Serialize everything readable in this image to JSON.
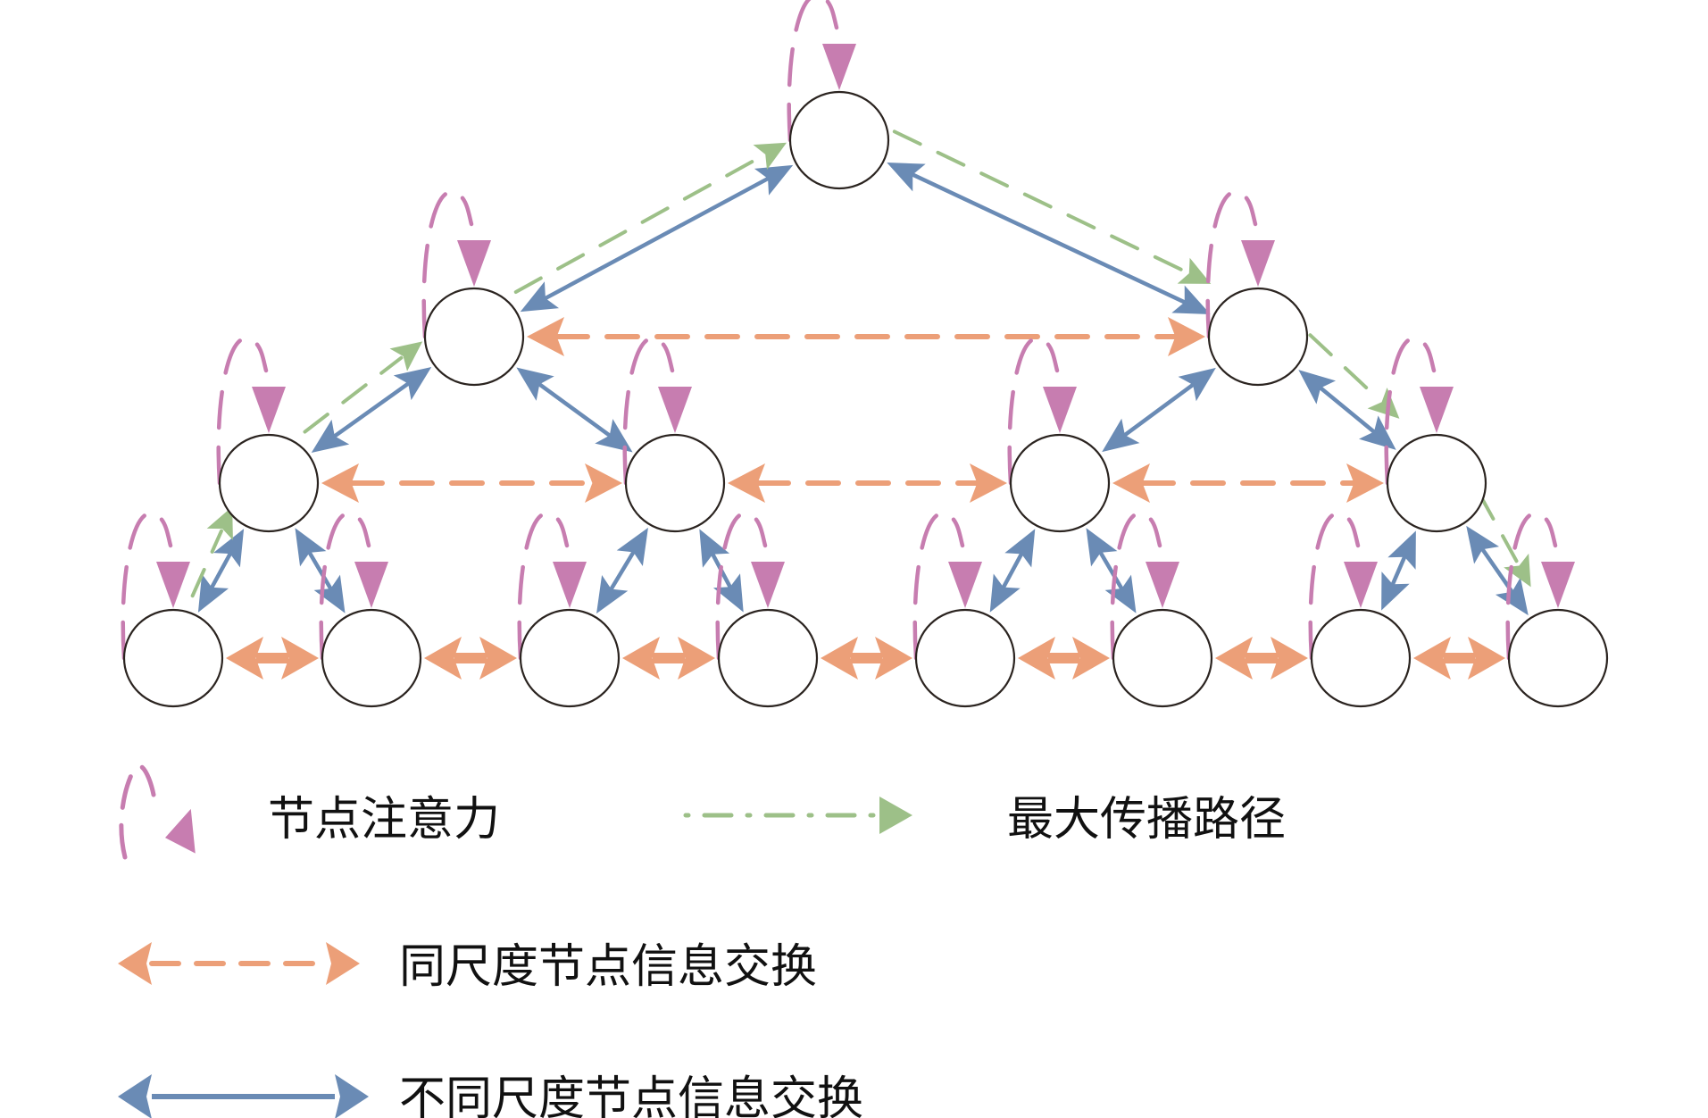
{
  "diagram": {
    "title": "",
    "colors": {
      "attention": "#c77db0",
      "max_path": "#9dc088",
      "same_scale": "#ec9f78",
      "cross_scale": "#6a8bb5",
      "node_stroke": "#2b2420"
    },
    "nodes": [
      {
        "id": "root",
        "level": 0
      },
      {
        "id": "l1-0",
        "level": 1
      },
      {
        "id": "l1-1",
        "level": 1
      },
      {
        "id": "l2-0",
        "level": 2
      },
      {
        "id": "l2-1",
        "level": 2
      },
      {
        "id": "l2-2",
        "level": 2
      },
      {
        "id": "l2-3",
        "level": 2
      },
      {
        "id": "l3-0",
        "level": 3
      },
      {
        "id": "l3-1",
        "level": 3
      },
      {
        "id": "l3-2",
        "level": 3
      },
      {
        "id": "l3-3",
        "level": 3
      },
      {
        "id": "l3-4",
        "level": 3
      },
      {
        "id": "l3-5",
        "level": 3
      },
      {
        "id": "l3-6",
        "level": 3
      },
      {
        "id": "l3-7",
        "level": 3
      }
    ],
    "cross_scale_edges": [
      [
        "root",
        "l1-0"
      ],
      [
        "root",
        "l1-1"
      ],
      [
        "l1-0",
        "l2-0"
      ],
      [
        "l1-0",
        "l2-1"
      ],
      [
        "l1-1",
        "l2-2"
      ],
      [
        "l1-1",
        "l2-3"
      ],
      [
        "l2-0",
        "l3-0"
      ],
      [
        "l2-0",
        "l3-1"
      ],
      [
        "l2-1",
        "l3-2"
      ],
      [
        "l2-1",
        "l3-3"
      ],
      [
        "l2-2",
        "l3-4"
      ],
      [
        "l2-2",
        "l3-5"
      ],
      [
        "l2-3",
        "l3-6"
      ],
      [
        "l2-3",
        "l3-7"
      ]
    ],
    "same_scale_edges": [
      [
        "l1-0",
        "l1-1"
      ],
      [
        "l2-0",
        "l2-1"
      ],
      [
        "l2-1",
        "l2-2"
      ],
      [
        "l2-2",
        "l2-3"
      ],
      [
        "l3-0",
        "l3-1"
      ],
      [
        "l3-1",
        "l3-2"
      ],
      [
        "l3-2",
        "l3-3"
      ],
      [
        "l3-3",
        "l3-4"
      ],
      [
        "l3-4",
        "l3-5"
      ],
      [
        "l3-5",
        "l3-6"
      ],
      [
        "l3-6",
        "l3-7"
      ]
    ],
    "max_path": [
      "l3-0",
      "l2-0",
      "l1-0",
      "root",
      "l1-1",
      "l2-3",
      "l3-7"
    ]
  },
  "legend": {
    "attention": "节点注意力",
    "max_path": "最大传播路径",
    "same_scale": "同尺度节点信息交换",
    "cross_scale": "不同尺度节点信息交换"
  }
}
